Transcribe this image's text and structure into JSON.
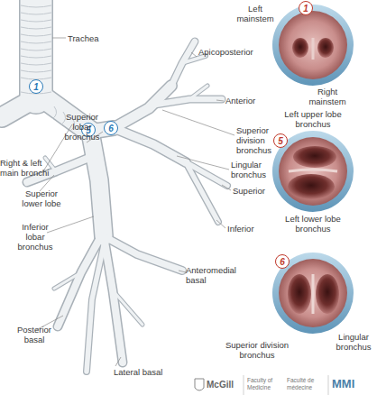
{
  "diagram": {
    "nodes": [
      {
        "text": [
          "1"
        ]
      },
      {
        "text": [
          "1"
        ]
      },
      {
        "text": [
          "5"
        ]
      },
      {
        "text": [
          "6"
        ]
      },
      {
        "text": [
          "5"
        ]
      },
      {
        "text": [
          "6"
        ]
      }
    ],
    "edges": [],
    "labels": [
      "Trachea",
      "Left mainstem",
      "Right mainstem",
      "Apicoposterior",
      "Anterior",
      "Superior lobar bronchus",
      "Superior division bronchus",
      "Left upper lobe bronchus",
      "Right & left main bronchi",
      "Lingular bronchus",
      "Superior",
      "Left lower lobe bronchus",
      "Superior lower lobe",
      "Inferior lobar bronchus",
      "Inferior",
      "Anteromedial basal",
      "Posterior basal",
      "Lateral basal",
      "Superior division bronchus",
      "Lingular bronchus",
      "McGill",
      "Faculty of Medicine",
      "Faculté de médecine",
      "MMI"
    ]
  }
}
